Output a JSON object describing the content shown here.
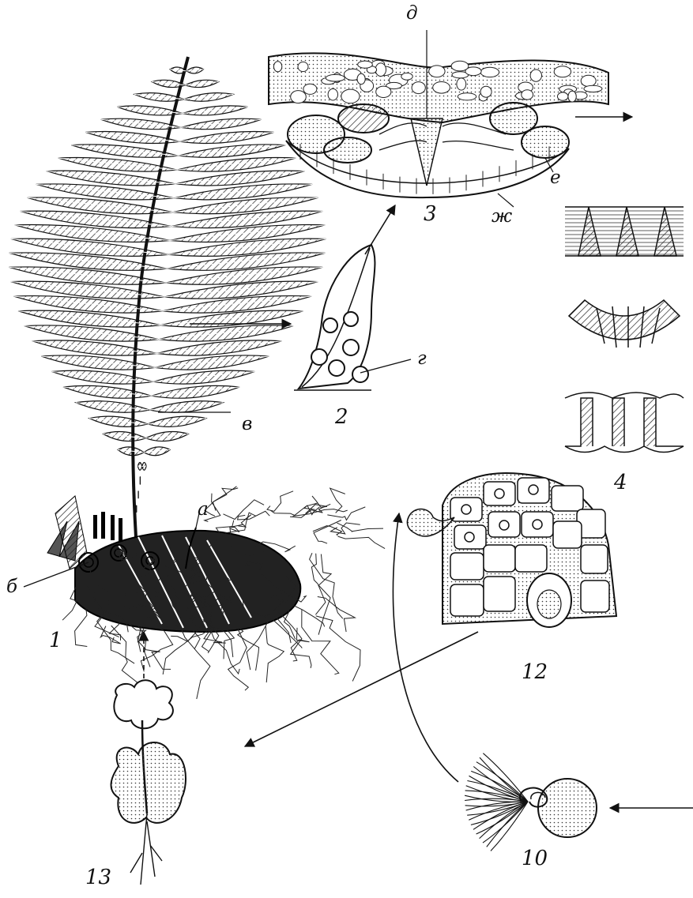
{
  "figure": {
    "numbers": {
      "n1": "1",
      "n2": "2",
      "n3": "3",
      "n4": "4",
      "n10": "10",
      "n12": "12",
      "n13": "13"
    },
    "letters": {
      "a": "а",
      "b": "б",
      "v": "в",
      "g": "г",
      "d": "д",
      "e": "е",
      "zh": "ж"
    }
  }
}
